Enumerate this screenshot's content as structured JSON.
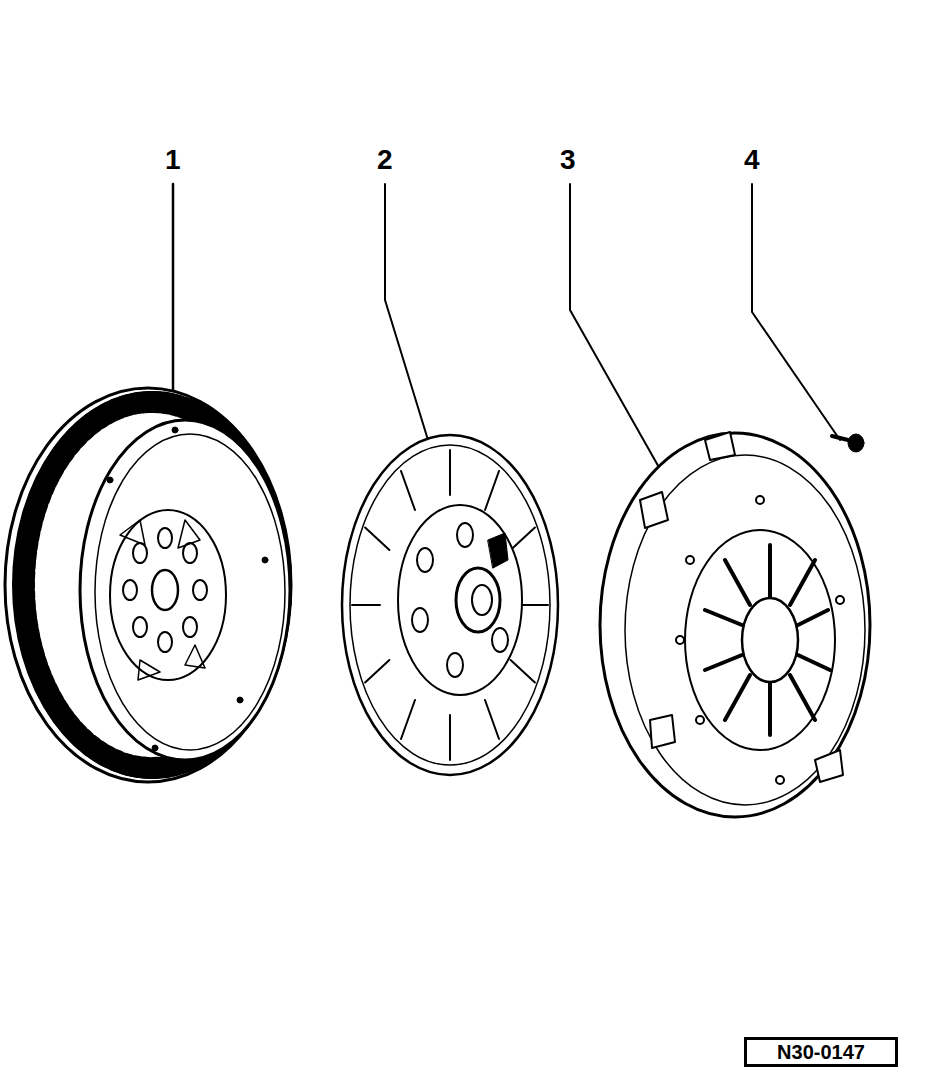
{
  "diagram": {
    "nodes": [
      {
        "text": [
          "N30-0147"
        ]
      }
    ],
    "labels": [
      "1",
      "2",
      "3",
      "4"
    ]
  }
}
